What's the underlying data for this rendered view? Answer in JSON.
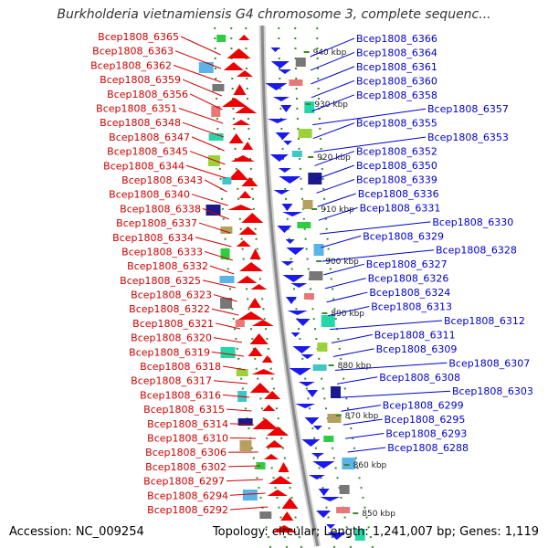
{
  "title": "Burkholderia vietnamiensis G4 chromosome 3, complete sequenc...",
  "footer": {
    "accession": "Accession: NC_009254",
    "topology": "Topology: circular; Length: 1,241,007 bp; Genes: 1,119"
  },
  "colors": {
    "left_labels": "#cc0000",
    "right_labels": "#0000cc",
    "backbone": "#888888",
    "tick": "#3a8a2a",
    "forward_strand": "#ee0000",
    "reverse_strand": "#1a1aee"
  },
  "kbp_ticks": [
    "940 kbp",
    "930 kbp",
    "920 kbp",
    "910 kbp",
    "900 kbp",
    "890 kbp",
    "880 kbp",
    "870 kbp",
    "860 kbp",
    "850 kbp"
  ],
  "left_labels": [
    "Bcep1808_6365",
    "Bcep1808_6363",
    "Bcep1808_6362",
    "Bcep1808_6359",
    "Bcep1808_6356",
    "Bcep1808_6351",
    "Bcep1808_6348",
    "Bcep1808_6347",
    "Bcep1808_6345",
    "Bcep1808_6344",
    "Bcep1808_6343",
    "Bcep1808_6340",
    "Bcep1808_6338",
    "Bcep1808_6337",
    "Bcep1808_6334",
    "Bcep1808_6333",
    "Bcep1808_6332",
    "Bcep1808_6325",
    "Bcep1808_6323",
    "Bcep1808_6322",
    "Bcep1808_6321",
    "Bcep1808_6320",
    "Bcep1808_6319",
    "Bcep1808_6318",
    "Bcep1808_6317",
    "Bcep1808_6316",
    "Bcep1808_6315",
    "Bcep1808_6314",
    "Bcep1808_6310",
    "Bcep1808_6306",
    "Bcep1808_6302",
    "Bcep1808_6297",
    "Bcep1808_6294",
    "Bcep1808_6292"
  ],
  "right_labels": [
    "Bcep1808_6366",
    "Bcep1808_6364",
    "Bcep1808_6361",
    "Bcep1808_6360",
    "Bcep1808_6358",
    "Bcep1808_6357",
    "Bcep1808_6355",
    "Bcep1808_6353",
    "Bcep1808_6352",
    "Bcep1808_6350",
    "Bcep1808_6339",
    "Bcep1808_6336",
    "Bcep1808_6331",
    "Bcep1808_6330",
    "Bcep1808_6329",
    "Bcep1808_6328",
    "Bcep1808_6327",
    "Bcep1808_6326",
    "Bcep1808_6324",
    "Bcep1808_6313",
    "Bcep1808_6312",
    "Bcep1808_6311",
    "Bcep1808_6309",
    "Bcep1808_6307",
    "Bcep1808_6308",
    "Bcep1808_6303",
    "Bcep1808_6299",
    "Bcep1808_6295",
    "Bcep1808_6293",
    "Bcep1808_6288"
  ]
}
